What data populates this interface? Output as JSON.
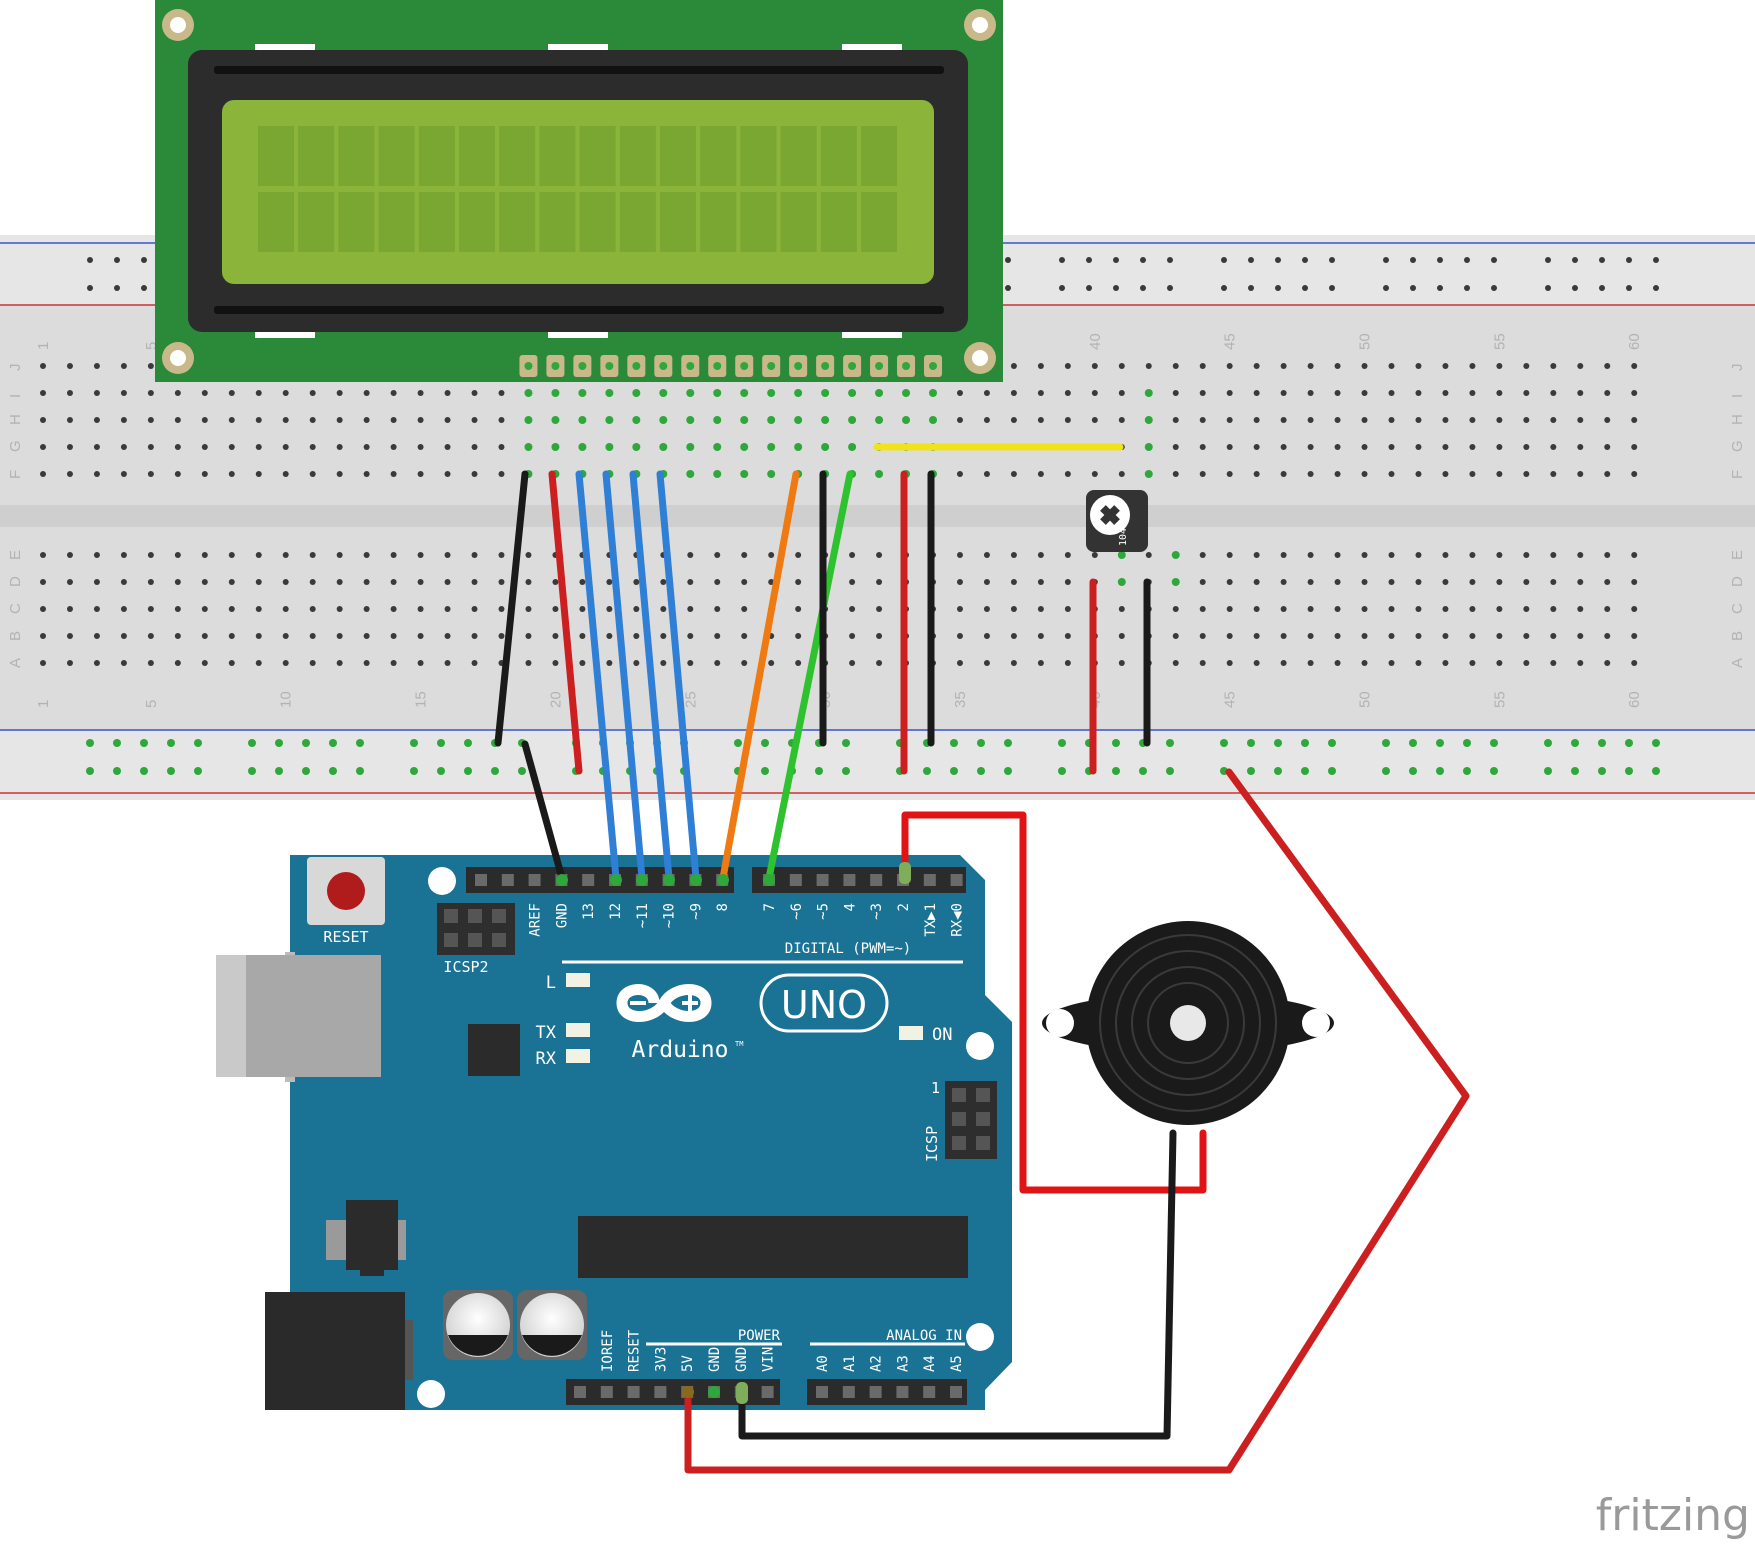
{
  "watermark": "fritzing",
  "arduino": {
    "reset_label": "RESET",
    "icsp2_label": "ICSP2",
    "icsp_label": "ICSP",
    "icsp_pin1": "1",
    "digital_label": "DIGITAL (PWM=~)",
    "brand": "Arduino",
    "tm": "TM",
    "model": "UNO",
    "led_l": "L",
    "led_tx": "TX",
    "led_rx": "RX",
    "led_on": "ON",
    "power_label": "POWER",
    "analog_label": "ANALOG IN",
    "digital_pins": [
      "AREF",
      "GND",
      "13",
      "12",
      "~11",
      "~10",
      "~9",
      "8",
      "7",
      "~6",
      "~5",
      "4",
      "~3",
      "2",
      "TX▶1",
      "RX◀0"
    ],
    "power_pins": [
      "IOREF",
      "RESET",
      "3V3",
      "5V",
      "GND",
      "GND",
      "VIN"
    ],
    "analog_pins": [
      "A0",
      "A1",
      "A2",
      "A3",
      "A4",
      "A5"
    ]
  },
  "breadboard": {
    "row_letters_top": [
      "J",
      "I",
      "H",
      "G",
      "F"
    ],
    "row_letters_bottom": [
      "E",
      "D",
      "C",
      "B",
      "A"
    ],
    "column_numbers": [
      "1",
      "5",
      "10",
      "15",
      "20",
      "25",
      "30",
      "35",
      "40",
      "45",
      "50",
      "55",
      "60"
    ]
  },
  "potentiometer": {
    "code": "104"
  },
  "colors": {
    "board_blue": "#1a7394",
    "lcd_green": "#2a8a3a",
    "lcd_screen": "#8ab43a",
    "wire_red": "#cc1f1f",
    "wire_black": "#1a1a1a",
    "wire_blue": "#2f7fd6",
    "wire_orange": "#f07a12",
    "wire_green": "#2ec22e",
    "wire_yellow": "#f2e21a"
  }
}
